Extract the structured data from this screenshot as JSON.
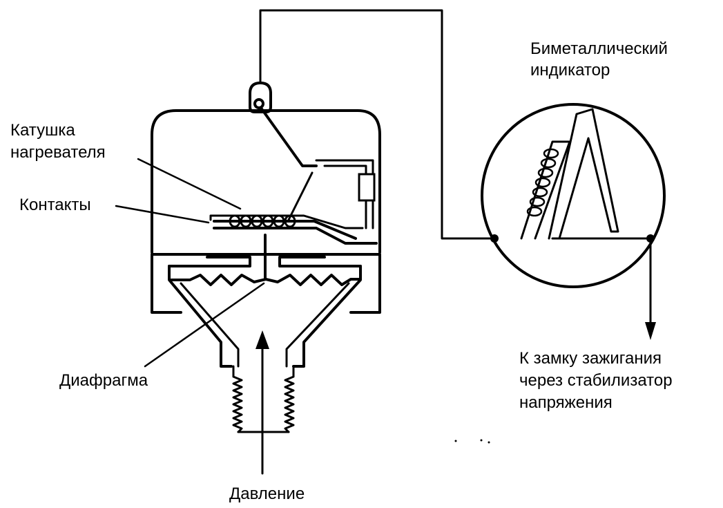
{
  "labels": {
    "bimetal_indicator": [
      "Биметаллический",
      "индикатор"
    ],
    "heater_coil": [
      "Катушка",
      "нагревателя"
    ],
    "contacts": "Контакты",
    "diaphragm": "Диафрагма",
    "pressure": "Давление",
    "ignition": [
      "К замку зажигания",
      "через стабилизатор",
      "напряжения"
    ]
  },
  "colors": {
    "line": "#000000",
    "background": "#ffffff"
  }
}
